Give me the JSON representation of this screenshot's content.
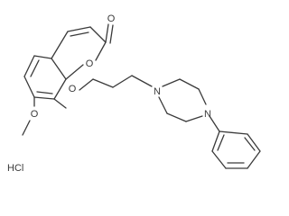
{
  "molecule": {
    "atom_labels": {
      "carbonyl_oxygen": "O",
      "ring_oxygen": "O",
      "ether_oxygen": "O",
      "methoxy_oxygen": "O",
      "piperazine_n1": "N",
      "piperazine_n4": "N"
    },
    "salt_label": "HCl"
  }
}
